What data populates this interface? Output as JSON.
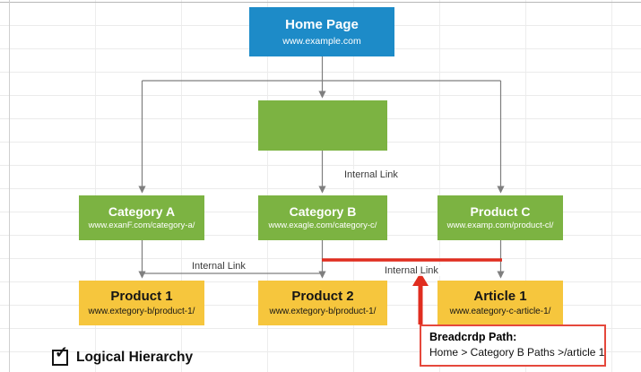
{
  "diagram": {
    "home": {
      "title": "Home Page",
      "subtitle": "www.example.com"
    },
    "category_a": {
      "title": "Category A",
      "subtitle": "www.exanF.com/category-a/"
    },
    "category_b": {
      "title": "Category B",
      "subtitle": "www.exagle.com/category-c/"
    },
    "product_c": {
      "title": "Product C",
      "subtitle": "www.examp.com/product-cl/"
    },
    "product_1": {
      "title": "Product 1",
      "subtitle": "www.extegory-b/product-1/"
    },
    "product_2": {
      "title": "Product 2",
      "subtitle": "www.extegory-b/product-1/"
    },
    "article_1": {
      "title": "Article 1",
      "subtitle": "www.eategory-c-article-1/"
    },
    "edge_labels": {
      "top": "Internal Link",
      "left": "Internal Link",
      "right": "Internal Link"
    },
    "callout": {
      "title": "Breadcrdp Path:",
      "path": "Home > Category B Paths >/article 1"
    },
    "legend": {
      "label": "Logical Hierarchy",
      "check_glyph": "✓"
    },
    "colors": {
      "home_fill": "#1d8bc8",
      "category_fill": "#7cb342",
      "page_fill": "#f6c63d",
      "highlight_red": "#e02d1f",
      "callout_border": "#e5483c",
      "connector_gray": "#7f7f7f"
    }
  }
}
